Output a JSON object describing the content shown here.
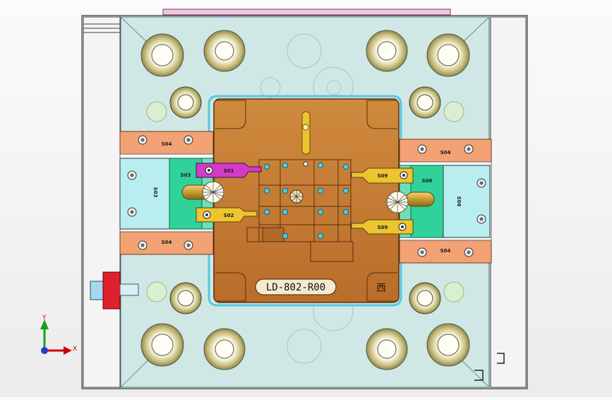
{
  "viewport": {
    "part_number": "LD-802-R00",
    "emblem_text": "西",
    "colors": {
      "background": "#f3f3f3",
      "plate": "#cfe8e6",
      "cavity": "#c87d35",
      "slider_block": "#f2a274",
      "insert_green": "#2fd39a",
      "slider_blue": "#b9eef0",
      "yellow_part": "#ecc530",
      "magenta_part": "#d23bc8",
      "pin": "#4ccfe6",
      "red_plug": "#e1202e"
    },
    "labels": {
      "s04_top_left": "S04",
      "s04_bottom_left": "S04",
      "s04_top_right": "S04",
      "s04_bottom_right": "S04",
      "s03_top": "S03",
      "s03_vert": "S03",
      "s01": "S01",
      "s02": "S02",
      "s09_top": "S09",
      "s09_bottom": "S09",
      "s06_top": "S06",
      "s06_vert": "S06"
    }
  },
  "triad": {
    "x_label": "X",
    "y_label": "Y",
    "icon": "coordinate-triad-icon"
  }
}
